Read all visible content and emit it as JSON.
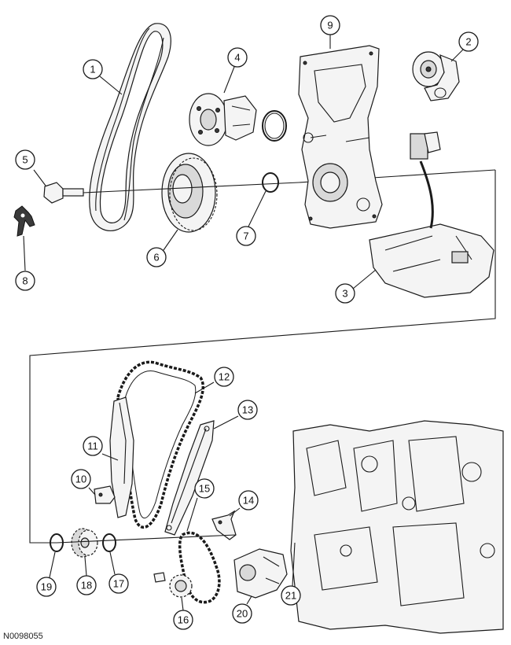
{
  "figure_reference": "N0098055",
  "callout_labels": [
    "1",
    "2",
    "3",
    "4",
    "5",
    "6",
    "7",
    "8",
    "9",
    "10",
    "11",
    "12",
    "13",
    "14",
    "15",
    "16",
    "17",
    "18",
    "19",
    "20",
    "21"
  ],
  "colors": {
    "line": "#1a1a1a",
    "fill_light": "#f4f4f4",
    "fill_mid": "#d9d9d9",
    "fill_dark": "#3a3a3a",
    "background": "#ffffff"
  }
}
